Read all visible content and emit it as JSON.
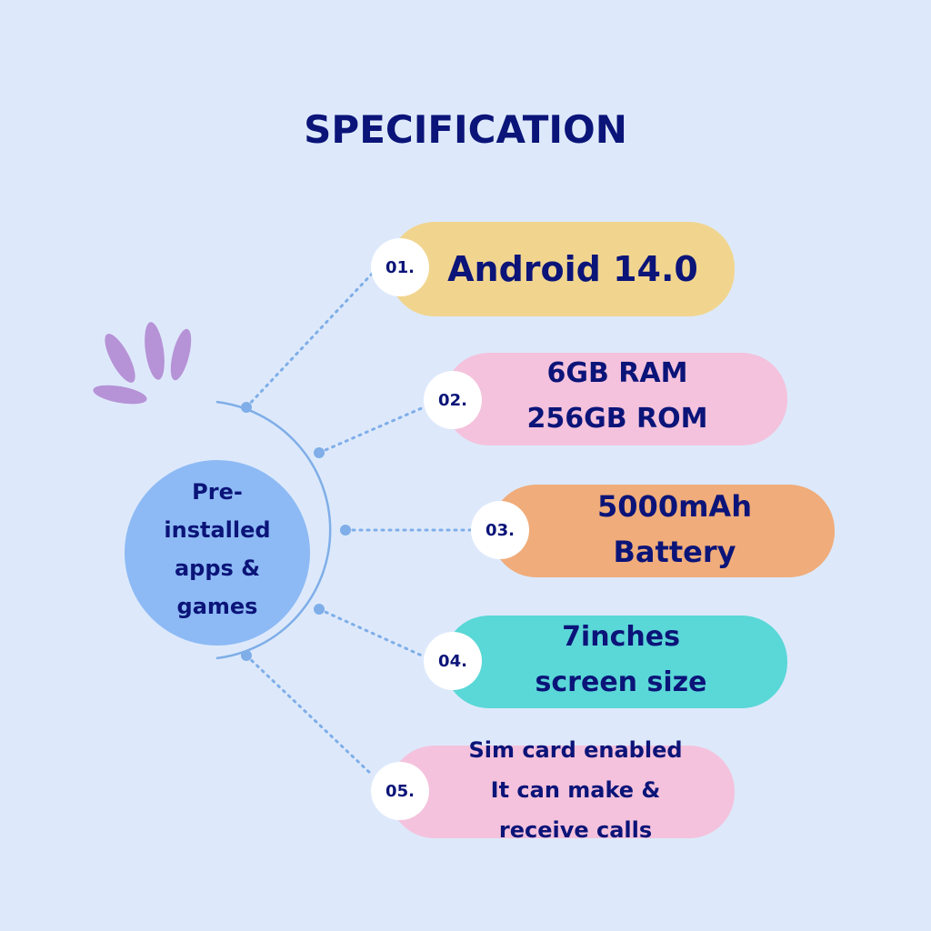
{
  "title": "SPECIFICATION",
  "hub": {
    "label": "Pre-installed apps & games",
    "color": "#8dbaf5"
  },
  "colors": {
    "background": "#dde9fb",
    "text": "#0b1478",
    "connector": "#7faee8",
    "decor": "#b692d6"
  },
  "items": [
    {
      "number": "01.",
      "text": "Android 14.0",
      "color": "#f1d58f"
    },
    {
      "number": "02.",
      "text": "6GB RAM\n256GB ROM",
      "color": "#f4c2dc"
    },
    {
      "number": "03.",
      "text": "5000mAh\nBattery",
      "color": "#f0ac7a"
    },
    {
      "number": "04.",
      "text": "7inches\nscreen size",
      "color": "#5ad7d7"
    },
    {
      "number": "05.",
      "text": "Sim card enabled\nIt can make &\nreceive calls",
      "color": "#f4c2dc"
    }
  ]
}
